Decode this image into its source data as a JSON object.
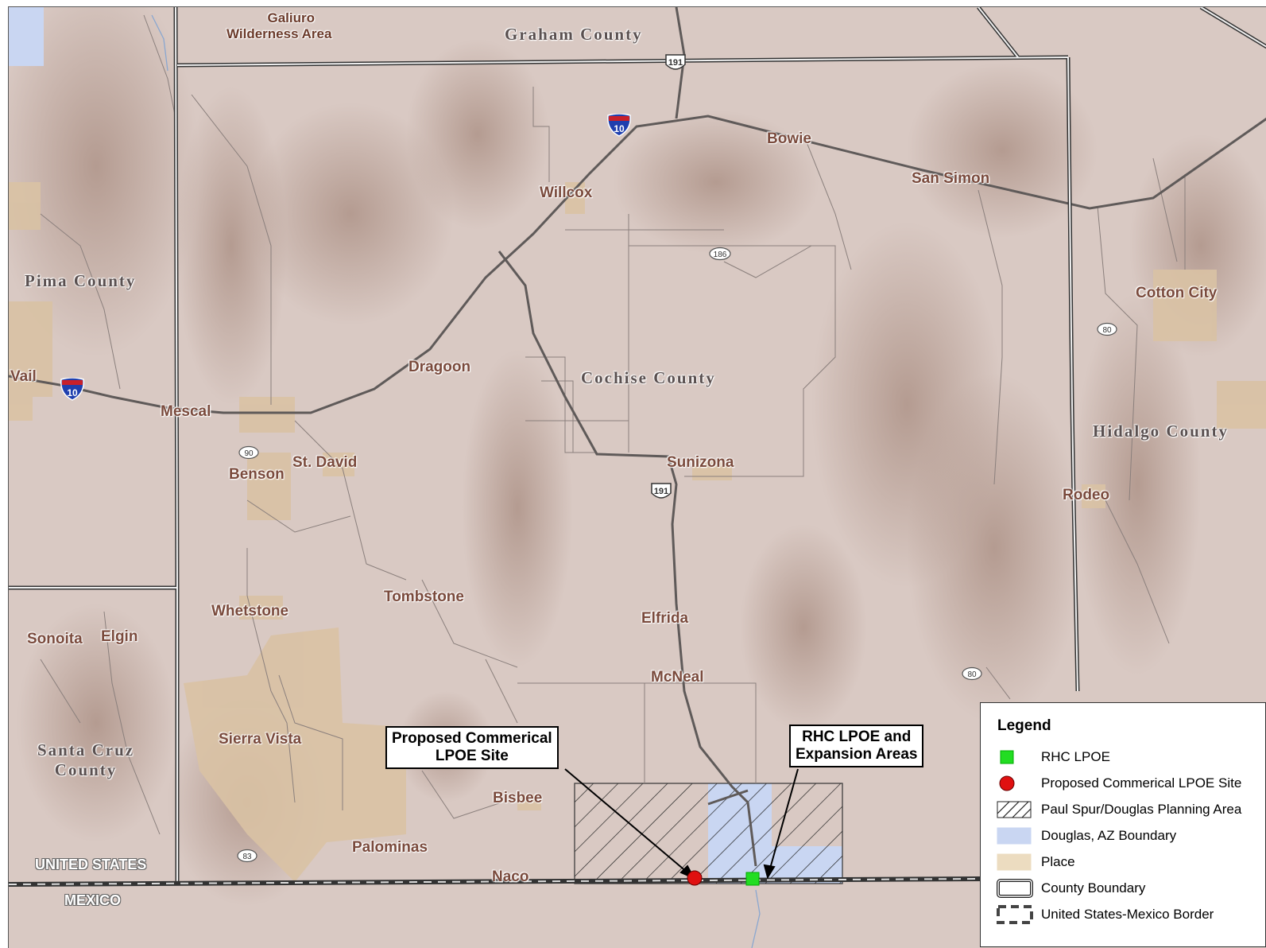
{
  "counties": {
    "graham": "Graham County",
    "pima": "Pima County",
    "cochise": "Cochise County",
    "hidalgo": "Hidalgo County",
    "santa_cruz_1": "Santa Cruz",
    "santa_cruz_2": "County"
  },
  "wilderness": {
    "line1": "Galiuro",
    "line2": "Wilderness Area"
  },
  "places": {
    "bowie": "Bowie",
    "san_simon": "San Simon",
    "willcox": "Willcox",
    "cotton_city": "Cotton City",
    "vail": "Vail",
    "dragoon": "Dragoon",
    "mescal": "Mescal",
    "st_david": "St. David",
    "benson": "Benson",
    "sunizona": "Sunizona",
    "rodeo": "Rodeo",
    "tombstone": "Tombstone",
    "whetstone": "Whetstone",
    "elfrida": "Elfrida",
    "sonoita": "Sonoita",
    "elgin": "Elgin",
    "mcneal": "McNeal",
    "sierra_vista": "Sierra Vista",
    "bisbee": "Bisbee",
    "palominas": "Palominas",
    "naco": "Naco"
  },
  "countries": {
    "us": "UNITED STATES",
    "mexico": "MEXICO"
  },
  "shields": {
    "us191": "191",
    "i10": "10",
    "sr186": "186",
    "sr80": "80",
    "sr90": "90",
    "sr83": "83"
  },
  "callouts": {
    "commercial_line1": "Proposed Commerical",
    "commercial_line2": "LPOE Site",
    "rhc_line1": "RHC LPOE and",
    "rhc_line2": "Expansion Areas"
  },
  "legend": {
    "title": "Legend",
    "items": [
      {
        "label": "RHC LPOE",
        "symbol": "green-square",
        "color": "#22dd22"
      },
      {
        "label": "Proposed Commerical LPOE Site",
        "symbol": "red-circle",
        "color": "#e01010"
      },
      {
        "label": "Paul Spur/Douglas Planning Area",
        "symbol": "hatched-box"
      },
      {
        "label": "Douglas, AZ Boundary",
        "symbol": "blue-box",
        "color": "#c9d6f2"
      },
      {
        "label": "Place",
        "symbol": "tan-box",
        "color": "#ecdcc0"
      },
      {
        "label": "County Boundary",
        "symbol": "double-line-box"
      },
      {
        "label": "United States-Mexico Border",
        "symbol": "dashed-line-box"
      }
    ]
  },
  "colors": {
    "terrain": "#d9c9c3",
    "place_fill": "#d9c2a4",
    "douglas_fill": "#c9d6f2",
    "marker_green": "#22dd22",
    "marker_red": "#e01010",
    "label_brown": "#7a4a3c"
  }
}
